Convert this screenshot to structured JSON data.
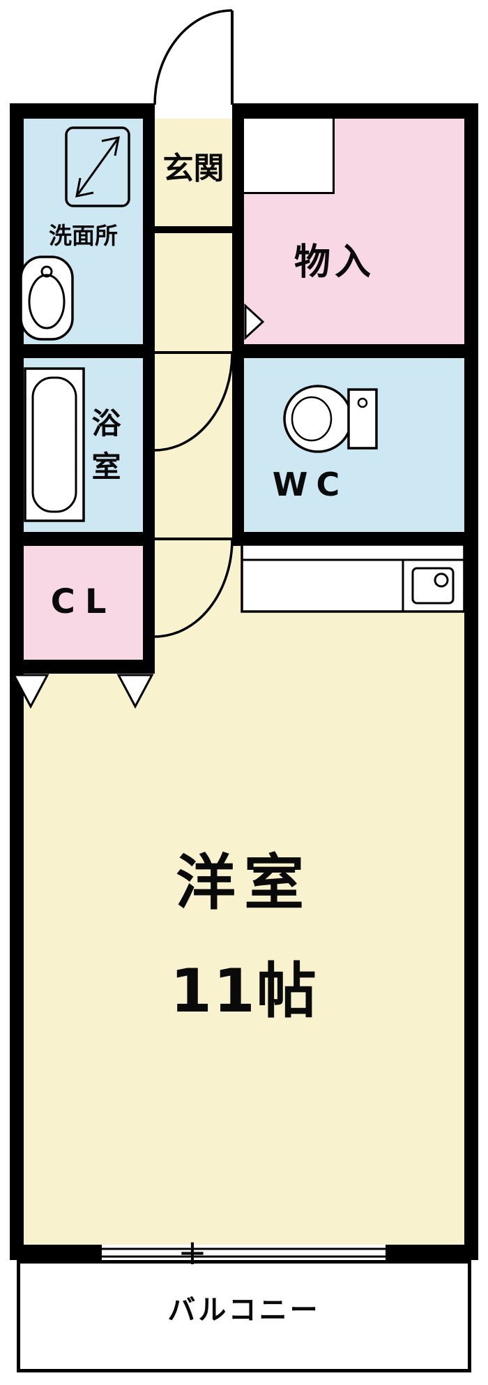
{
  "colors": {
    "room": "#f9f2cf",
    "wet_area": "#cde8f3",
    "storage": "#f8d8e5",
    "wall": "#000000"
  },
  "rooms": {
    "genkan": {
      "label": "玄関"
    },
    "senmenjo": {
      "label": "洗面所"
    },
    "monoire": {
      "label": "物入"
    },
    "yokushitsu": {
      "label": "浴室"
    },
    "wc": {
      "label": "WC"
    },
    "cl": {
      "label": "CL"
    },
    "yoshitsu": {
      "label": "洋室",
      "size": "11帖"
    },
    "balcony": {
      "label": "バルコニー"
    }
  },
  "symbols": {
    "window_center_mark": "+"
  }
}
